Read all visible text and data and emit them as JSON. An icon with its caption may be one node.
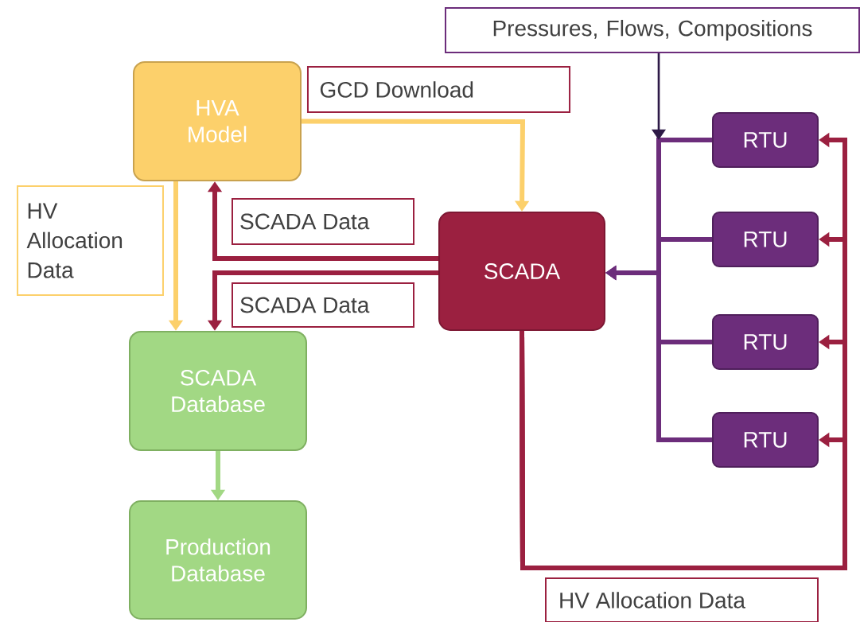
{
  "diagram": {
    "nodes": [
      {
        "text": [
          "HVA Model"
        ]
      },
      {
        "text": [
          "SCADA Database"
        ]
      },
      {
        "text": [
          "Production Database"
        ]
      },
      {
        "text": [
          "SCADA"
        ]
      },
      {
        "text": [
          "RTU"
        ]
      },
      {
        "text": [
          "RTU"
        ]
      },
      {
        "text": [
          "RTU"
        ]
      },
      {
        "text": [
          "RTU"
        ]
      },
      {
        "text": [
          "Pressures, Flows, Compositions"
        ]
      }
    ],
    "edges": [
      {
        "from": 0,
        "to": 3,
        "arrow": "to",
        "label": "GCD Download",
        "color": "#fcd06b"
      },
      {
        "from": 0,
        "to": 1,
        "arrow": "to",
        "label": "HV Allocation Data",
        "color": "#fcd06b"
      },
      {
        "from": 3,
        "to": 0,
        "arrow": "to",
        "label": "SCADA Data",
        "color": "#9b2040"
      },
      {
        "from": 3,
        "to": 1,
        "arrow": "to",
        "label": "SCADA Data",
        "color": "#9b2040"
      },
      {
        "from": 1,
        "to": 2,
        "arrow": "to",
        "color": "#a2d884"
      },
      {
        "from": 4,
        "to": 3,
        "arrow": "to",
        "color": "#6c2d7b"
      },
      {
        "from": 5,
        "to": 3,
        "arrow": "to",
        "color": "#6c2d7b"
      },
      {
        "from": 6,
        "to": 3,
        "arrow": "to",
        "color": "#6c2d7b"
      },
      {
        "from": 7,
        "to": 3,
        "arrow": "to",
        "color": "#6c2d7b"
      },
      {
        "from": 3,
        "to": 4,
        "arrow": "to",
        "label": "HV Allocation Data",
        "color": "#9b2040"
      },
      {
        "from": 3,
        "to": 5,
        "arrow": "to",
        "color": "#9b2040"
      },
      {
        "from": 3,
        "to": 6,
        "arrow": "to",
        "color": "#9b2040"
      },
      {
        "from": 3,
        "to": 7,
        "arrow": "to",
        "color": "#9b2040"
      },
      {
        "from": 8,
        "to": null,
        "arrow": "to",
        "color": "#2e1a47"
      }
    ]
  }
}
